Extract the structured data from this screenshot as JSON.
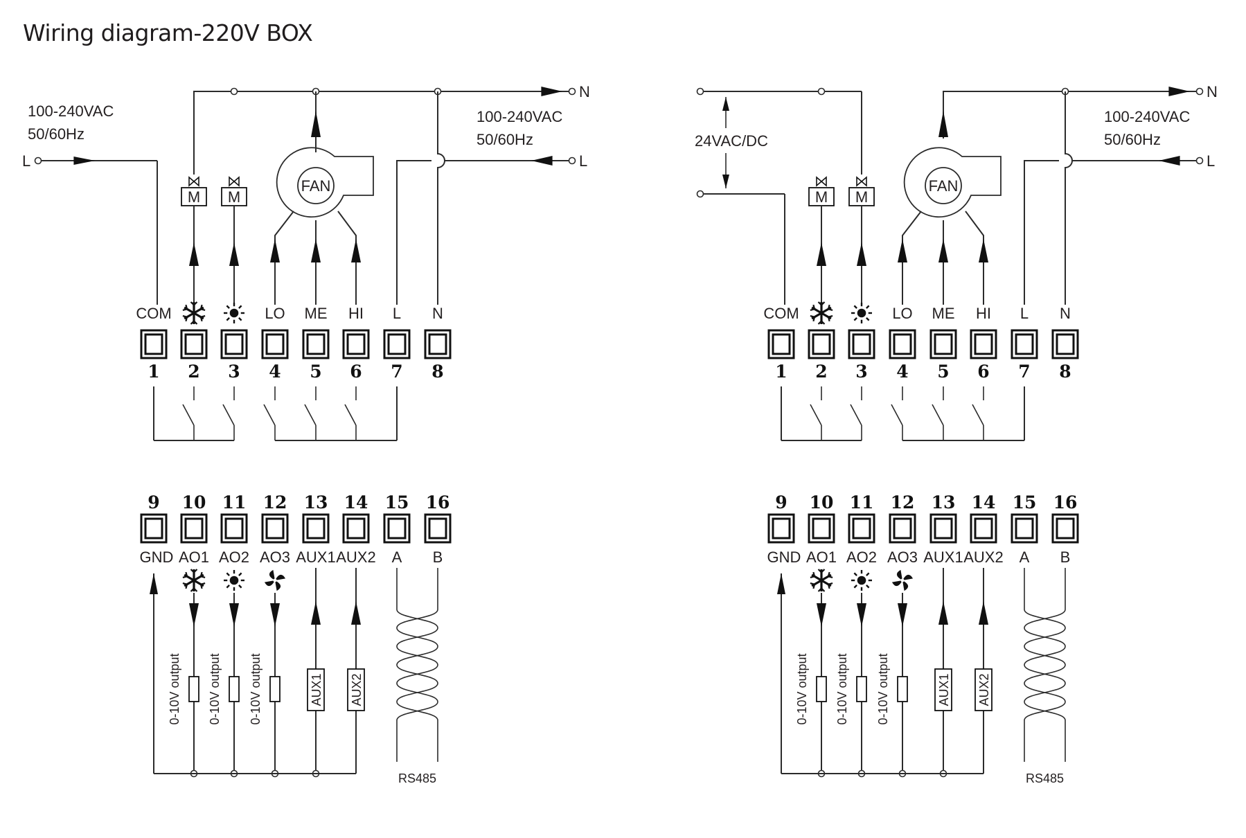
{
  "title": "Wiring diagram-220V BOX",
  "diagrams": [
    {
      "id": "left",
      "supply_left": {
        "label_line1": "100-240VAC",
        "label_line2": "50/60Hz",
        "terminal": "L"
      },
      "supply_right": {
        "label_line1": "100-240VAC",
        "label_line2": "50/60Hz",
        "terminal_n": "N",
        "terminal_l": "L"
      },
      "fan_label": "FAN",
      "valve_label": "M",
      "top_terminals": [
        {
          "num": "1",
          "label": "COM",
          "icon": "text"
        },
        {
          "num": "2",
          "label": "",
          "icon": "snowflake-icon"
        },
        {
          "num": "3",
          "label": "",
          "icon": "sun-icon"
        },
        {
          "num": "4",
          "label": "LO",
          "icon": "text"
        },
        {
          "num": "5",
          "label": "ME",
          "icon": "text"
        },
        {
          "num": "6",
          "label": "HI",
          "icon": "text"
        },
        {
          "num": "7",
          "label": "L",
          "icon": "text"
        },
        {
          "num": "8",
          "label": "N",
          "icon": "text"
        }
      ],
      "bottom_terminals": [
        {
          "num": "9",
          "label": "GND"
        },
        {
          "num": "10",
          "label": "AO1"
        },
        {
          "num": "11",
          "label": "AO2"
        },
        {
          "num": "12",
          "label": "AO3"
        },
        {
          "num": "13",
          "label": "AUX1"
        },
        {
          "num": "14",
          "label": "AUX2"
        },
        {
          "num": "15",
          "label": "A"
        },
        {
          "num": "16",
          "label": "B"
        }
      ],
      "analog_output_label": "0-10V output",
      "aux_boxes": [
        "AUX1",
        "AUX2"
      ],
      "bus_label": "RS485"
    },
    {
      "id": "right",
      "supply_left": {
        "label_line1": "24VAC/DC"
      },
      "supply_right": {
        "label_line1": "100-240VAC",
        "label_line2": "50/60Hz",
        "terminal_n": "N",
        "terminal_l": "L"
      },
      "fan_label": "FAN",
      "valve_label": "M",
      "top_terminals": [
        {
          "num": "1",
          "label": "COM",
          "icon": "text"
        },
        {
          "num": "2",
          "label": "",
          "icon": "snowflake-icon"
        },
        {
          "num": "3",
          "label": "",
          "icon": "sun-icon"
        },
        {
          "num": "4",
          "label": "LO",
          "icon": "text"
        },
        {
          "num": "5",
          "label": "ME",
          "icon": "text"
        },
        {
          "num": "6",
          "label": "HI",
          "icon": "text"
        },
        {
          "num": "7",
          "label": "L",
          "icon": "text"
        },
        {
          "num": "8",
          "label": "N",
          "icon": "text"
        }
      ],
      "bottom_terminals": [
        {
          "num": "9",
          "label": "GND"
        },
        {
          "num": "10",
          "label": "AO1"
        },
        {
          "num": "11",
          "label": "AO2"
        },
        {
          "num": "12",
          "label": "AO3"
        },
        {
          "num": "13",
          "label": "AUX1"
        },
        {
          "num": "14",
          "label": "AUX2"
        },
        {
          "num": "15",
          "label": "A"
        },
        {
          "num": "16",
          "label": "B"
        }
      ],
      "analog_output_label": "0-10V output",
      "aux_boxes": [
        "AUX1",
        "AUX2"
      ],
      "bus_label": "RS485"
    }
  ]
}
